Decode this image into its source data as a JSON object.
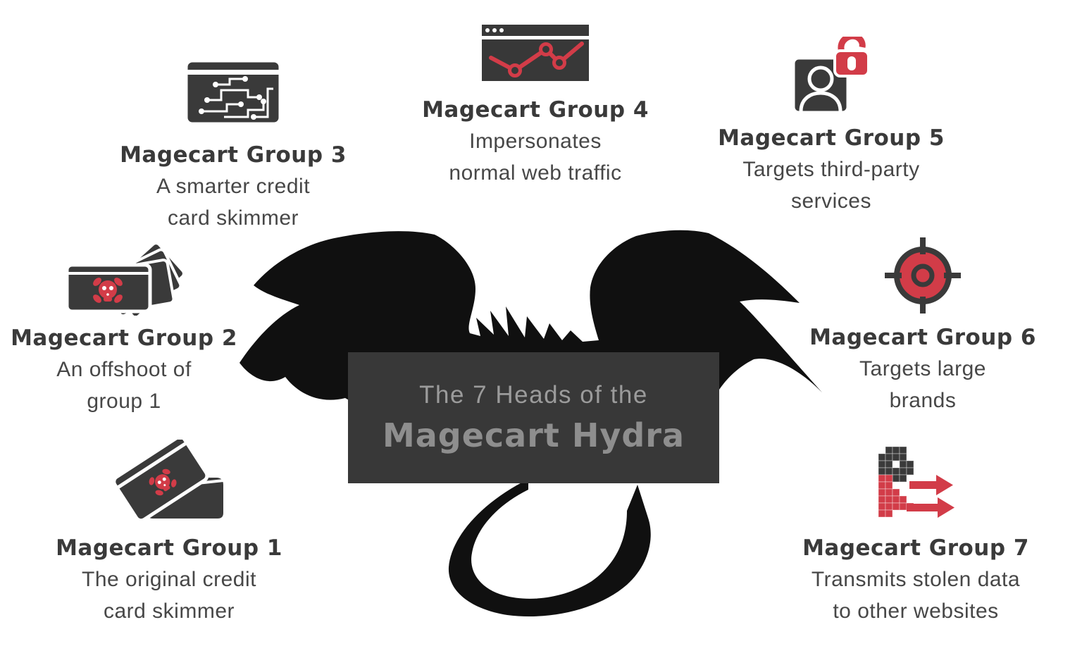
{
  "title": {
    "line1": "The 7 Heads of the",
    "line2": "Magecart Hydra"
  },
  "colors": {
    "accent_red": "#d23c48",
    "icon_dark": "#3a3a3a",
    "silhouette_black": "#101010",
    "box_gray": "#383838",
    "heading_text": "#3a3a3a",
    "body_text": "#474747",
    "box_title_light": "#9b9b9b",
    "box_title_bold": "#8e8e8e"
  },
  "groups": [
    {
      "name": "Magecart Group 1",
      "description": "The original credit\ncard skimmer",
      "icon": "card-skimmer-icon"
    },
    {
      "name": "Magecart Group 2",
      "description": "An offshoot of\ngroup 1",
      "icon": "card-fan-skull-icon"
    },
    {
      "name": "Magecart Group 3",
      "description": "A smarter credit\ncard skimmer",
      "icon": "circuit-card-icon"
    },
    {
      "name": "Magecart Group 4",
      "description": "Impersonates\nnormal web traffic",
      "icon": "browser-traffic-chart-icon"
    },
    {
      "name": "Magecart Group 5",
      "description": "Targets third-party\nservices",
      "icon": "person-unlocked-icon"
    },
    {
      "name": "Magecart Group 6",
      "description": "Targets large\nbrands",
      "icon": "crosshair-target-icon"
    },
    {
      "name": "Magecart Group 7",
      "description": "Transmits stolen data\nto other websites",
      "icon": "pixel-data-transfer-icon"
    }
  ]
}
